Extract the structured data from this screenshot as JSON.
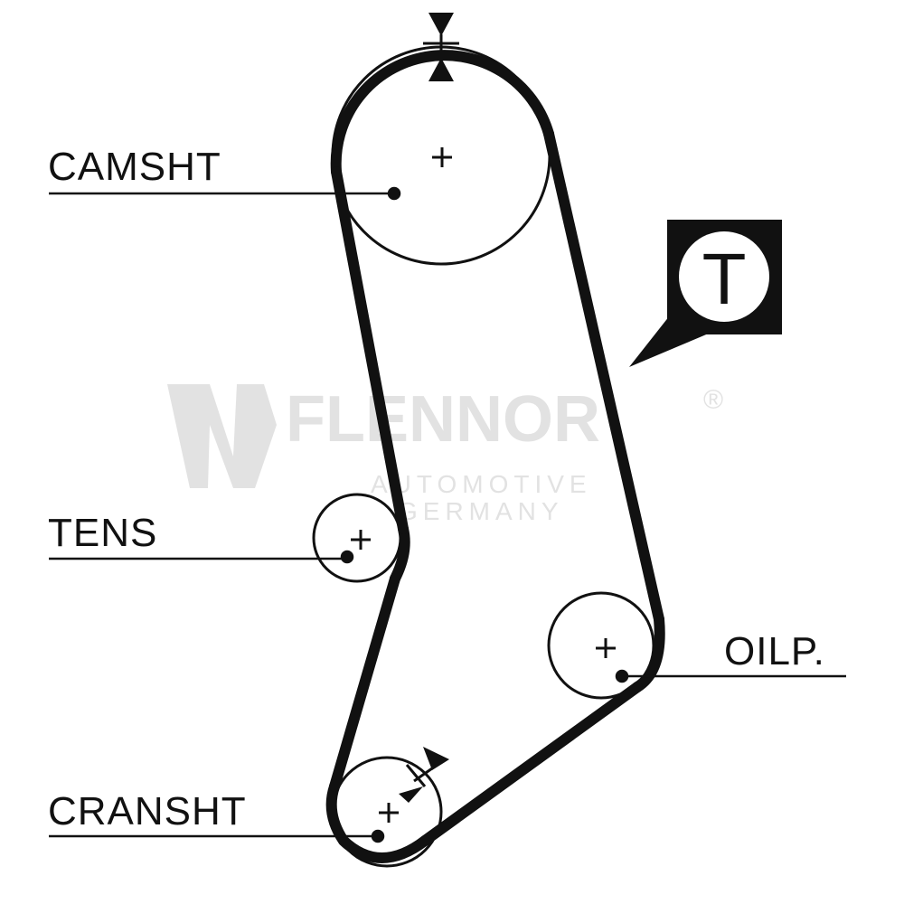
{
  "labels": {
    "camshaft": "CAMSHT",
    "tensioner": "TENS",
    "oil_pump": "OILP.",
    "crankshaft": "CRANSHT"
  },
  "badge": {
    "letter": "T"
  },
  "watermark": {
    "brand": "FLENNOR",
    "registered": "®",
    "line1": "AUTOMOTIVE",
    "line2": "GERMANY"
  },
  "colors": {
    "ink": "#111111",
    "watermark": "#e3e3e3"
  }
}
